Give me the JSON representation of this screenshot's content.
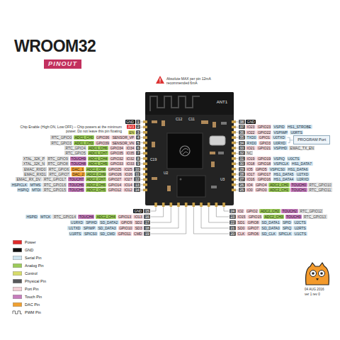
{
  "diagram": {
    "title": "WROOM32",
    "nodes": [
      {
        "text": [
          "ANT1"
        ]
      },
      {
        "text": [
          "PINOUT"
        ]
      },
      {
        "text": [
          "PROGRAM Port"
        ]
      }
    ],
    "labels": [
      "1",
      "GND",
      "2",
      "3V3",
      "3",
      "EN",
      "4",
      "SENSOR_VP",
      "GPIO36",
      "ADC1_CH0",
      "RTC_GPIO0",
      "5",
      "SENSOR_VN",
      "GPIO39",
      "ADC1_CH3",
      "RTC_GPIO3",
      "6",
      "IO34",
      "GPIO34",
      "ADC1_CH6",
      "RTC_GPIO4",
      "7",
      "IO35",
      "GPIO35",
      "ADC1_CH7",
      "RTC_GPIO5",
      "8",
      "IO32",
      "GPIO32",
      "ADC1_CH4",
      "TOUCH9",
      "RTC_GPIO9",
      "XTAL_32K_P",
      "9",
      "IO33",
      "GPIO33",
      "ADC1_CH5",
      "TOUCH8",
      "RTC_GPIO8",
      "XTAL_32K_N",
      "10",
      "IO25",
      "GPIO25",
      "ADC2_CH8",
      "DAC_1",
      "RTC_GPIO6",
      "EMAC_RXD0",
      "11",
      "IO26",
      "GPIO26",
      "ADC2_CH9",
      "DAC_2",
      "RTC_GPIO7",
      "EMAC_RXD1",
      "12",
      "IO27",
      "GPIO27",
      "ADC2_CH7",
      "TOUCH7",
      "RTC_GPIO17",
      "EMAC_RX_DV",
      "13",
      "IO14",
      "GPIO14",
      "ADC2_CH6",
      "TOUCH6",
      "RTC_GPIO16",
      "MTMS",
      "HSPICLK",
      "14",
      "IO12",
      "GPIO12",
      "ADC2_CH5",
      "TOUCH5",
      "RTC_GPIO15",
      "MTDI",
      "HSPIQ",
      "38",
      "GND",
      "37",
      "IO23",
      "GPIO23",
      "VSPID",
      "HS1_STROBE",
      "36",
      "IO22",
      "GPIO22",
      "VSPIWP",
      "U0RTS",
      "35",
      "TXD0",
      "GPIO1",
      "U0TXD",
      "34",
      "RXD0",
      "GPIO3",
      "U0RXD",
      "33",
      "IO21",
      "GPIO21",
      "VSPIHD",
      "EMAC_TX_EN",
      "32",
      "NC",
      "31",
      "IO19",
      "GPIO19",
      "VSPIQ",
      "U0CTS",
      "30",
      "IO18",
      "GPIO18",
      "VSPICLK",
      "HS1_DATA7",
      "29",
      "IO5",
      "GPIO5",
      "VSPICS0",
      "HS1_DATA6",
      "28",
      "IO17",
      "GPIO17",
      "HS1_DATA5",
      "U2TXD",
      "27",
      "IO16",
      "GPIO16",
      "HS1_DATA4",
      "U2RXD",
      "26",
      "IO4",
      "GPIO4",
      "ADC2_CH0",
      "TOUCH0",
      "RTC_GPIO10",
      "25",
      "IO0",
      "GPIO0",
      "ADC2_CH1",
      "TOUCH1",
      "RTC_GPIO11",
      "15",
      "GND",
      "16",
      "IO13",
      "GPIO13",
      "ADC2_CH4",
      "TOUCH4",
      "RTC_GPIO14",
      "MTCK",
      "HSPID",
      "17",
      "SD2",
      "GPIO9",
      "SD_DATA2",
      "SPIHD",
      "U1RXD",
      "18",
      "SD3",
      "GPIO10",
      "SD_DATA3",
      "SPIWP",
      "U1TXD",
      "19",
      "CMD",
      "GPIO11",
      "SD_CMD",
      "SPICS0",
      "U1RTS",
      "20",
      "CLK",
      "GPIO6",
      "SD_CLK",
      "SPICLK",
      "U1CTS",
      "21",
      "SD0",
      "GPIO7",
      "SD_DATA0",
      "SPIQ",
      "U2RTS",
      "22",
      "SD1",
      "GPIO8",
      "SD_DATA1",
      "SPID",
      "U2CTS",
      "23",
      "IO15",
      "GPIO15",
      "ADC2_CH3",
      "TOUCH3",
      "RTC_GPIO13",
      "24",
      "IO2",
      "GPIO2",
      "ADC2_CH2",
      "TOUCH2",
      "RTC_GPIO12",
      "Chip Enable (High:ON, Low:OFF) – Chip powers at the minimum power. Do not leave this pin floating",
      "Absolute MAX per pin 12mA recommended 6mA",
      "C12",
      "C11",
      "C19",
      "U2",
      "U3",
      "04 AUG 2016",
      "ver 1 rev 0"
    ],
    "legend": [
      {
        "text": "Power",
        "color": "#e02a2a"
      },
      {
        "text": "GND",
        "color": "#111111"
      },
      {
        "text": "Serial Pin",
        "color": "#cfe4ef"
      },
      {
        "text": "Analog Pin",
        "color": "#9ccb5a"
      },
      {
        "text": "Control",
        "color": "#d8dc6a"
      },
      {
        "text": "Physical Pin",
        "color": "#58595b"
      },
      {
        "text": "Port Pin",
        "color": "#f3d1d6"
      },
      {
        "text": "Touch Pin",
        "color": "#c77dbd"
      },
      {
        "text": "DAC Pin",
        "color": "#f0a030"
      },
      {
        "text": "PWM Pin"
      }
    ]
  }
}
